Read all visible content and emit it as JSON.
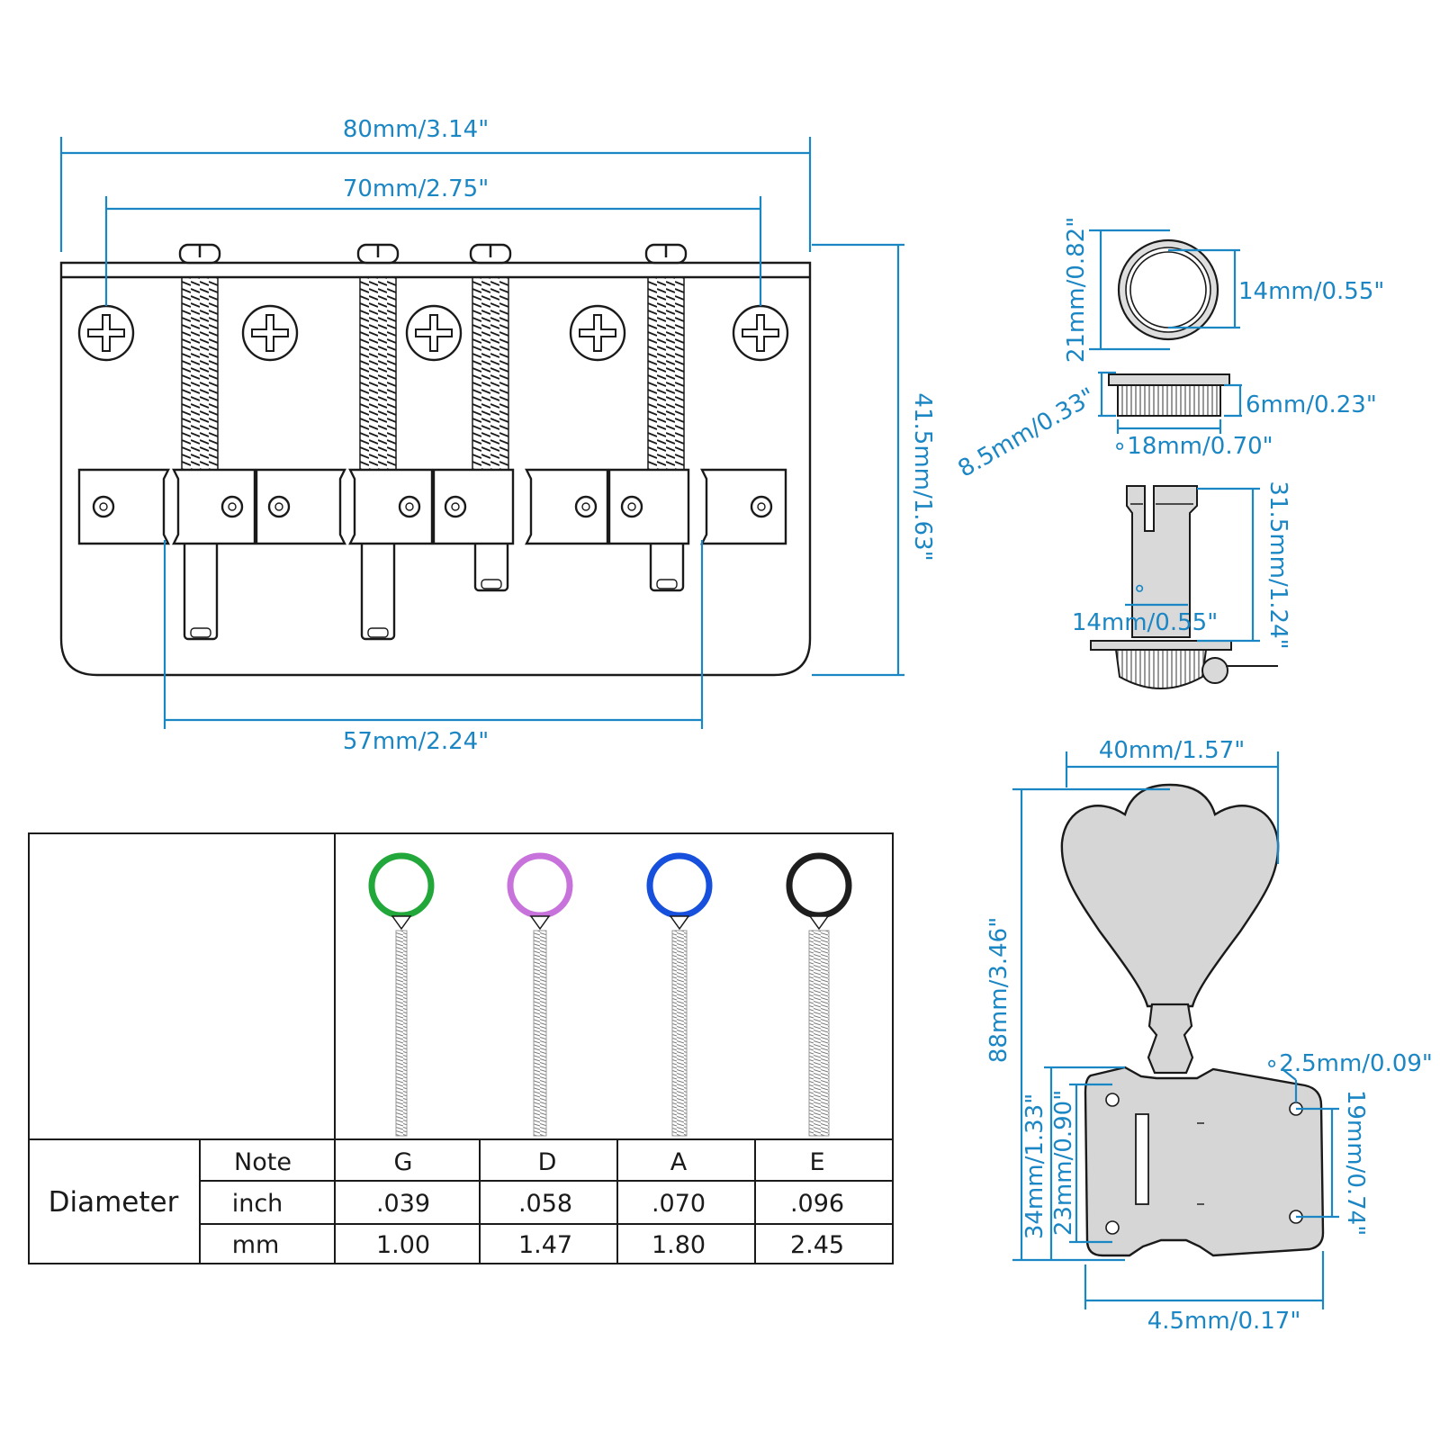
{
  "bridge": {
    "overall_width": "80mm/3.14\"",
    "screw_spacing": "70mm/2.75\"",
    "outer_saddle_spacing": "57mm/2.24\"",
    "height": "41.5mm/1.63\""
  },
  "ferrule": {
    "outer_diameter": "21mm/0.82\"",
    "inner_diameter": "14mm/0.55\"",
    "body_height": "6mm/0.23\"",
    "flange_diameter": "∘18mm/0.70\"",
    "total_height": "8.5mm/0.33\""
  },
  "post": {
    "height": "31.5mm/1.24\"",
    "diameter": "∘",
    "diameter_value": "14mm/0.55\""
  },
  "tuner": {
    "width": "40mm/1.57\"",
    "length": "88mm/3.46\"",
    "hole_diameter": "∘2.5mm/0.09\"",
    "plate_height": "34mm/1.33\"",
    "hole_spacing_left": "23mm/0.90\"",
    "hole_spacing_right": "19mm/0.74\"",
    "plate_width": "4.5mm/0.17\""
  },
  "string_table": {
    "row_label": "Diameter",
    "note_label": "Note",
    "inch_label": "inch",
    "mm_label": "mm",
    "columns": [
      {
        "note": "G",
        "inch": ".039",
        "mm": "1.00",
        "color": "#22a83a"
      },
      {
        "note": "D",
        "inch": ".058",
        "mm": "1.47",
        "color": "#c873dc"
      },
      {
        "note": "A",
        "inch": ".070",
        "mm": "1.80",
        "color": "#1650dc"
      },
      {
        "note": "E",
        "inch": ".096",
        "mm": "2.45",
        "color": "#1e1e1e"
      }
    ]
  },
  "colors": {
    "dimension": "#1b86c4",
    "outline": "#1a1a1a"
  }
}
